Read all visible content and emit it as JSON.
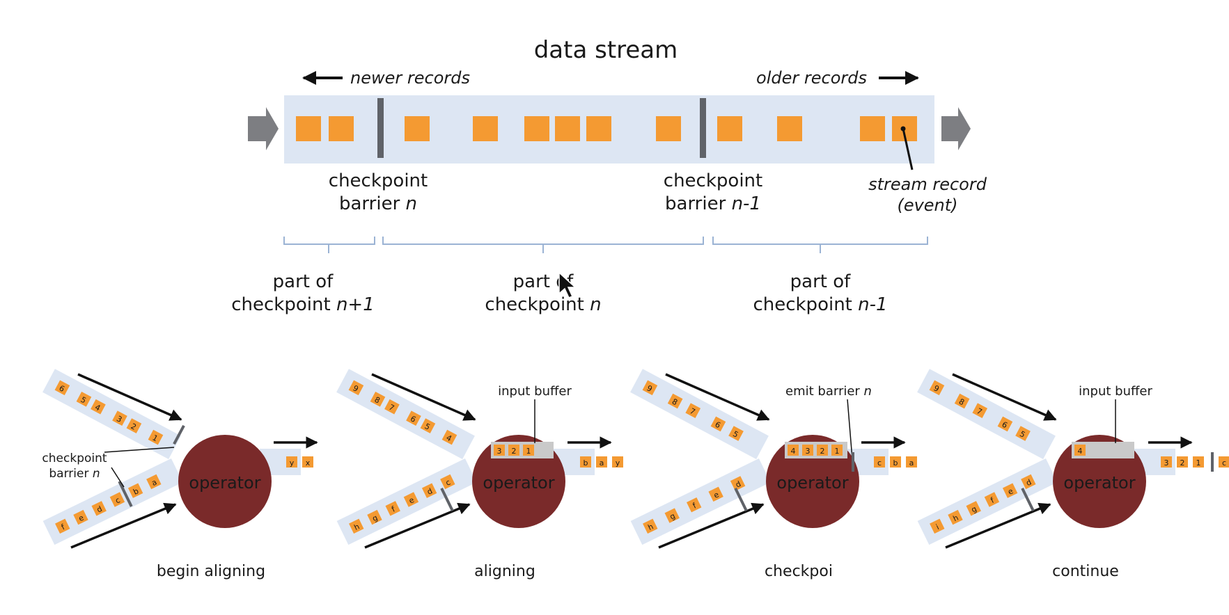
{
  "top": {
    "title": "data stream",
    "newer_label": "newer records",
    "older_label": "older records",
    "barrier_n": {
      "line1": "checkpoint",
      "line2": "barrier ",
      "suffix": "n"
    },
    "barrier_n1": {
      "line1": "checkpoint",
      "line2": "barrier ",
      "suffix": "n-1"
    },
    "record_label": {
      "line1": "stream record",
      "line2": "(event)"
    },
    "parts": [
      {
        "line1": "part of",
        "line2": "checkpoint ",
        "suffix": "n+1"
      },
      {
        "line1": "part of",
        "line2": "checkpoint ",
        "suffix": "n"
      },
      {
        "line1": "part of",
        "line2": "checkpoint ",
        "suffix": "n-1"
      }
    ]
  },
  "colors": {
    "stream_bg": "#dde6f3",
    "record": "#f49a32",
    "barrier": "#5f6268",
    "operator": "#7a2a2a",
    "arrow": "#7d7e82",
    "brace": "#9bb3d4"
  },
  "panels": [
    {
      "caption": "begin aligning",
      "barrier_label": {
        "line1": "checkpoint",
        "line2": "barrier ",
        "suffix": "n"
      },
      "operator_label": "operator",
      "upper_records": [
        "6",
        "5",
        "4",
        "3",
        "2",
        "1"
      ],
      "lower_records": [
        "f",
        "e",
        "d",
        "c",
        "b",
        "a"
      ],
      "output_records": [
        "y",
        "x"
      ]
    },
    {
      "caption": "aligning",
      "buffer_label": "input buffer",
      "buffer_records": [
        "3",
        "2",
        "1"
      ],
      "operator_label": "operator",
      "upper_records": [
        "9",
        "8",
        "7",
        "6",
        "5",
        "4"
      ],
      "lower_records": [
        "h",
        "g",
        "f",
        "e",
        "d",
        "c"
      ],
      "output_records": [
        "b",
        "a",
        "y"
      ]
    },
    {
      "caption": "checkpoi",
      "buffer_label": "emit barrier ",
      "buffer_label_suffix": "n",
      "buffer_records": [
        "4",
        "3",
        "2",
        "1"
      ],
      "operator_label": "operator",
      "upper_records": [
        "9",
        "8",
        "7",
        "6",
        "5"
      ],
      "lower_records": [
        "h",
        "g",
        "f",
        "e",
        "d"
      ],
      "output_records": [
        "c",
        "b",
        "a"
      ]
    },
    {
      "caption": "continuе",
      "buffer_label": "input buffer",
      "buffer_records": [
        "4"
      ],
      "operator_label": "operator",
      "upper_records": [
        "9",
        "8",
        "7",
        "6",
        "5"
      ],
      "lower_records": [
        "i",
        "h",
        "g",
        "f",
        "e",
        "d"
      ],
      "output_records": [
        "3",
        "2",
        "1",
        "c"
      ]
    }
  ]
}
